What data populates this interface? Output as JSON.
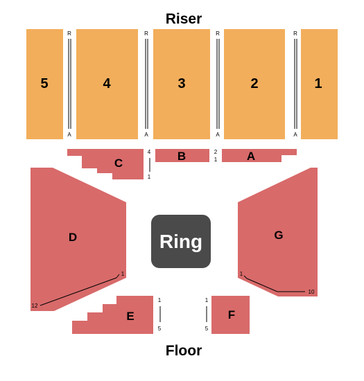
{
  "map": {
    "riser_title": "Riser",
    "floor_title": "Floor",
    "ring_label": "Ring",
    "colors": {
      "riser": "#f2ae5b",
      "lower": "#d86a6a",
      "ring": "#4a4a4a",
      "aisle": "#000000"
    },
    "riser_sections": [
      {
        "label": "5"
      },
      {
        "label": "4"
      },
      {
        "label": "3"
      },
      {
        "label": "2"
      },
      {
        "label": "1"
      }
    ],
    "riser_aisles": [
      {
        "top": "R",
        "bottom": "A"
      },
      {
        "top": "R",
        "bottom": "A"
      },
      {
        "top": "R",
        "bottom": "A"
      },
      {
        "top": "R",
        "bottom": "A"
      }
    ],
    "sections": {
      "C": {
        "label": "C",
        "row_top": "4",
        "row_bottom": "1"
      },
      "B": {
        "label": "B",
        "row_top": "2",
        "row_bottom": "1"
      },
      "A": {
        "label": "A"
      },
      "D": {
        "label": "D",
        "row_start": "1",
        "row_end": "12"
      },
      "G": {
        "label": "G",
        "row_start": "1",
        "row_end": "10"
      },
      "E": {
        "label": "E",
        "row_top": "1",
        "row_bottom": "5"
      },
      "F": {
        "label": "F",
        "row_top": "1",
        "row_bottom": "5"
      }
    }
  }
}
